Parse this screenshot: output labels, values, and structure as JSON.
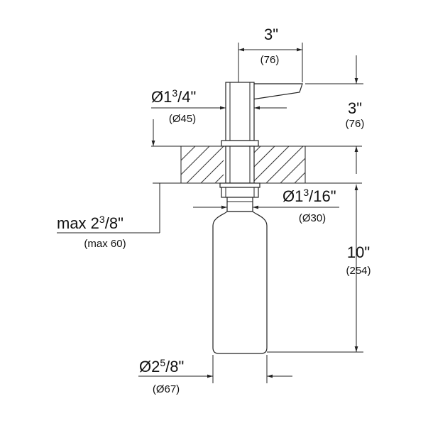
{
  "dimensions": {
    "head_width": {
      "main": "3\"",
      "sub": "(76)"
    },
    "head_height": {
      "main": "3\"",
      "sub": "(76)"
    },
    "head_diameter": {
      "pre": "Ø1",
      "num": "3",
      "den": "/4\"",
      "sub": "(Ø45)"
    },
    "shank_diameter": {
      "pre": "Ø1",
      "num": "3",
      "den": "/16\"",
      "sub": "(Ø30)"
    },
    "max_thickness": {
      "pre": "max 2",
      "num": "3",
      "den": "/8\"",
      "sub": "(max 60)"
    },
    "bottle_length": {
      "main": "10\"",
      "sub": "(254)"
    },
    "bottle_diameter": {
      "pre": "Ø2",
      "num": "5",
      "den": "/8\"",
      "sub": "(Ø67)"
    }
  }
}
